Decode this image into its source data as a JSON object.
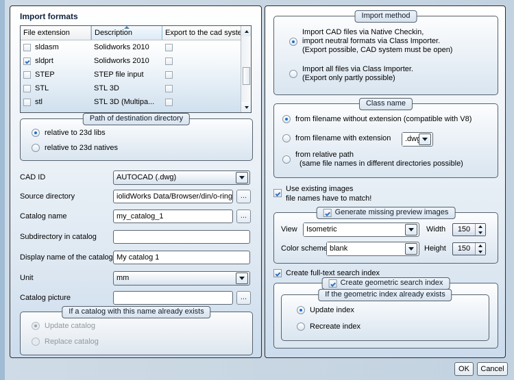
{
  "left": {
    "title": "Import formats",
    "table": {
      "columns": [
        "File extension",
        "Description",
        "Export to the cad system"
      ],
      "sorted_column": "Description",
      "rows": [
        {
          "checked": false,
          "extension": "sldasm",
          "description": "Solidworks 2010",
          "export": false
        },
        {
          "checked": true,
          "extension": "sldprt",
          "description": "Solidworks 2010",
          "export": false
        },
        {
          "checked": false,
          "extension": "STEP",
          "description": "STEP file input",
          "export": false
        },
        {
          "checked": false,
          "extension": "STL",
          "description": "STL 3D",
          "export": false
        },
        {
          "checked": false,
          "extension": "stl",
          "description": "STL 3D (Multipa...",
          "export": false
        }
      ]
    },
    "dest_path_group": {
      "caption": "Path of destination directory",
      "options": [
        {
          "label": "relative to 23d libs",
          "selected": true
        },
        {
          "label": "relative to 23d natives",
          "selected": false
        }
      ]
    },
    "fields": [
      {
        "label": "CAD ID",
        "value": "AUTOCAD (.dwg)",
        "type": "combo"
      },
      {
        "label": "Source directory",
        "value": "iolidWorks Data/Browser/din/o-rings",
        "type": "text",
        "browse": "..."
      },
      {
        "label": "Catalog name",
        "value": "my_catalog_1",
        "type": "text",
        "browse": "..."
      },
      {
        "label": "Subdirectory in catalog",
        "value": "",
        "type": "text"
      },
      {
        "label": "Display name of the catalog",
        "value": "My catalog 1",
        "type": "text"
      },
      {
        "label": "Unit",
        "value": "mm",
        "type": "combo"
      },
      {
        "label": "Catalog picture",
        "value": "",
        "type": "text",
        "browse": "..."
      }
    ],
    "exists_group": {
      "caption": "If a catalog with this name already exists",
      "disabled": true,
      "options": [
        {
          "label": "Update catalog",
          "selected": true
        },
        {
          "label": "Replace catalog",
          "selected": false
        }
      ]
    }
  },
  "right": {
    "import_method": {
      "caption": "Import method",
      "options": [
        {
          "selected": true,
          "lines": [
            "Import CAD files via Native Checkin,",
            "import neutral formats via Class Importer.",
            "(Export possible, CAD system must be open)"
          ]
        },
        {
          "selected": false,
          "lines": [
            "Import all files via Class Importer.",
            "(Export only partly possible)"
          ]
        }
      ]
    },
    "class_name": {
      "caption": "Class name",
      "options": [
        {
          "selected": true,
          "lines": [
            "from filename without extension (compatible with V8)"
          ]
        },
        {
          "selected": false,
          "lines": [
            "from filename with extension"
          ],
          "combo_value": ".dwg"
        },
        {
          "selected": false,
          "lines": [
            "from relative path",
            "(same file names in different directories possible)"
          ]
        }
      ]
    },
    "use_existing_images": {
      "checked": true,
      "lines": [
        "Use existing images",
        "file names have to match!"
      ]
    },
    "preview_group": {
      "caption": "Generate missing preview images",
      "checked": true,
      "view_label": "View",
      "view_value": "Isometric",
      "width_label": "Width",
      "width_value": "150",
      "color_scheme_label": "Color scheme",
      "color_scheme_value": "blank",
      "height_label": "Height",
      "height_value": "150"
    },
    "fulltext_index": {
      "checked": true,
      "label": "Create full-text search index"
    },
    "geometric_group": {
      "caption": "Create geometric search index",
      "checked": true,
      "inner": {
        "caption": "If the geometric index already exists",
        "options": [
          {
            "label": "Update index",
            "selected": true
          },
          {
            "label": "Recreate index",
            "selected": false
          }
        ]
      }
    }
  },
  "footer": {
    "ok_label": "OK",
    "cancel_label": "Cancel"
  }
}
